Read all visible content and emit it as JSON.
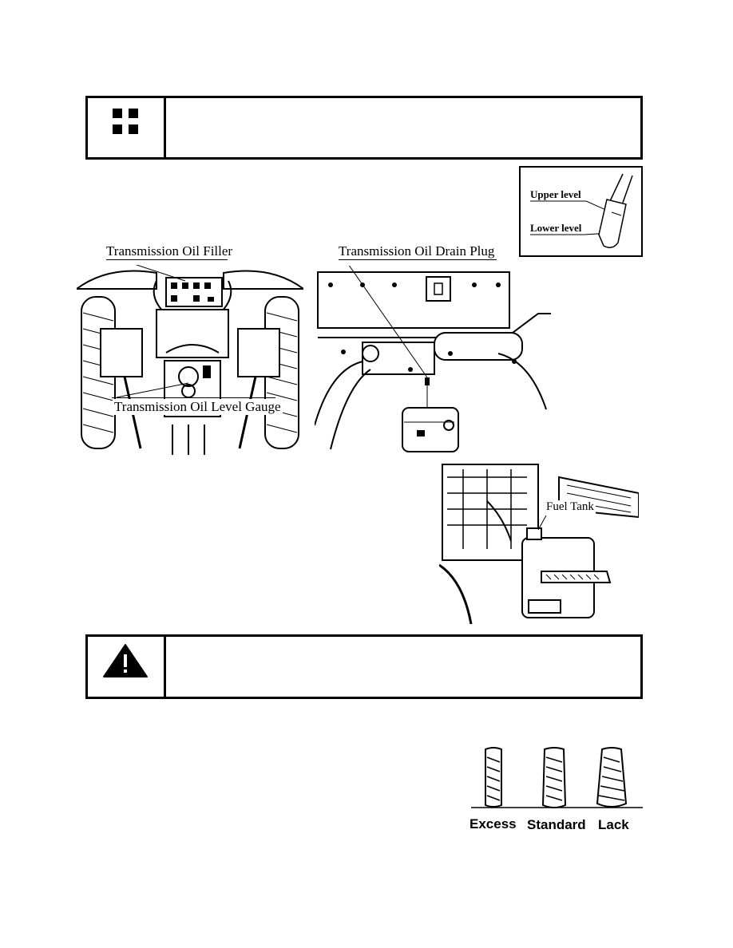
{
  "notice_box": {
    "icon": "plus-notice-icon"
  },
  "dipstick_inset": {
    "upper_label": "Upper level",
    "lower_label": "Lower level"
  },
  "figures": {
    "filler_label": "Transmission Oil Filler",
    "gauge_label": "Transmission Oil Level Gauge",
    "drain_label": "Transmission Oil Drain Plug",
    "fuel_tank_label": "Fuel Tank"
  },
  "warning_box": {
    "icon": "warning-triangle-icon"
  },
  "tire_pressure": {
    "labels": [
      "Excess",
      "Standard",
      "Lack"
    ]
  }
}
